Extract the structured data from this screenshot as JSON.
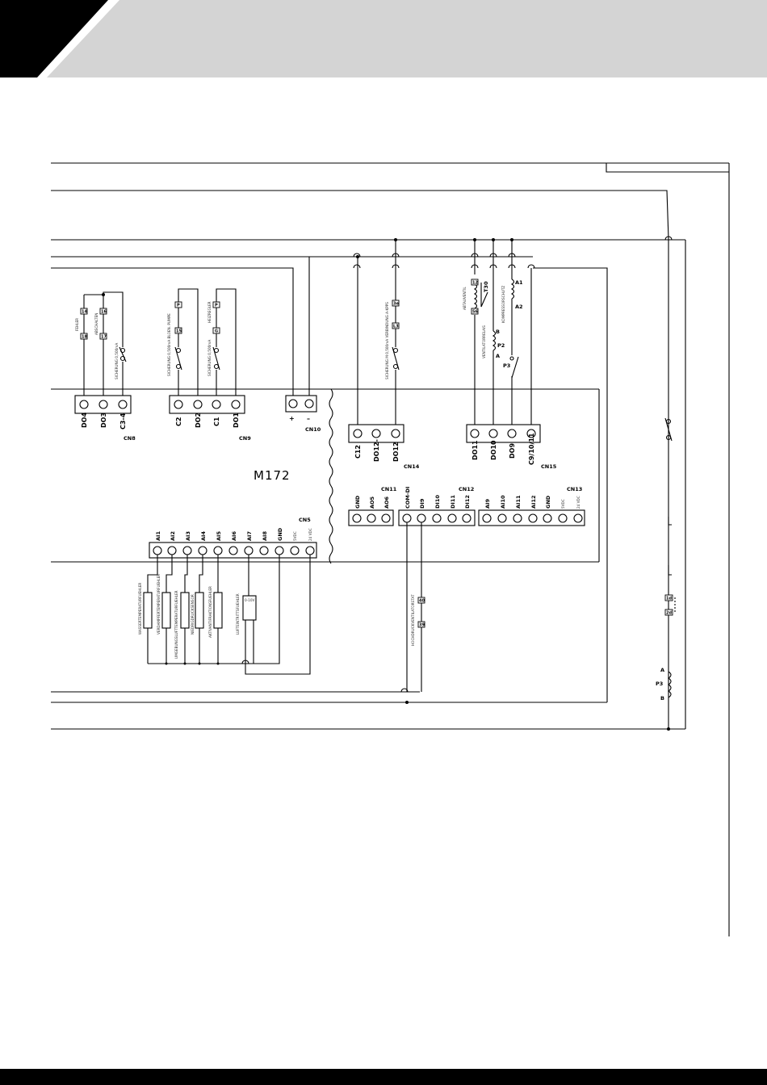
{
  "header": {
    "band_color": "#d4d4d4",
    "corner_color": "#000000",
    "footer_color": "#000000"
  },
  "controller": {
    "title": "M172"
  },
  "connectors": [
    {
      "id": "CN8",
      "name": "CN8",
      "pins": [
        "DO4",
        "DO3",
        "C3-4"
      ]
    },
    {
      "id": "CN9",
      "name": "CN9",
      "pins": [
        "C2",
        "DO2",
        "C1",
        "DO1"
      ]
    },
    {
      "id": "CN10",
      "name": "CN10",
      "pins": [
        "+",
        "–"
      ]
    },
    {
      "id": "CN14",
      "name": "CN14",
      "pins": [
        "C12",
        "DO12-",
        "DO12"
      ]
    },
    {
      "id": "CN15",
      "name": "CN15",
      "pins": [
        "DO11",
        "DO10",
        "DO9",
        "C9/10/11"
      ]
    },
    {
      "id": "CN11",
      "name": "CN11",
      "pins": [
        "GND",
        "AO5",
        "AO6"
      ]
    },
    {
      "id": "CN12",
      "name": "CN12",
      "pins": [
        "COM-DI",
        "DI9",
        "DI10",
        "DI11",
        "DI12"
      ]
    },
    {
      "id": "CN13",
      "name": "CN13",
      "pins": [
        "AI9",
        "AI10",
        "AI11",
        "AI12",
        "GND",
        "5VDC",
        "24 VDC"
      ]
    },
    {
      "id": "CN5",
      "name": "CN5",
      "pins": [
        "AI1",
        "AI2",
        "AI3",
        "AI4",
        "AI5",
        "AI6",
        "AI7",
        "AI8",
        "GND",
        "5VDC",
        "24 VDC"
      ]
    }
  ],
  "wire_numbers": [
    "14",
    "16",
    "18",
    "17",
    "P",
    "15",
    "P",
    "G",
    "3e",
    "L3",
    "12",
    "56",
    "40",
    "39",
    "1d",
    "2d"
  ],
  "small_labels": {
    "fehler": "FEHLER",
    "abschalten": "ABSCHALTEN",
    "sicherung1": "SICHERUNG 0,500mA",
    "pumpe": "SICHERUNG 0,500mA BLOEN. PUMPE",
    "koelwasser": "HEIZREGLER",
    "sicherung2": "SICHERUNG 0,500mA",
    "verdampfer": "SICHERUNG M 0,500mA VERBINDUNG A-KPPS",
    "abtau": "ABTAUVENTIL",
    "ventilatorrelais": "VENTILATORRELAIS",
    "kompressor": "KOMPRESSORSCHUTZ",
    "s1": "WASSERTEMPERATURFUEHLER",
    "s2": "VERDAMPFERTEMPERATURFUEHLER",
    "s3": "UMGEBUNGSLUFTTEMPERATURFUEHLER",
    "s4": "NIEDRIGDRUCKSENSOR",
    "s5": "AKTIVANTIFRAKTIONSFUEHLER",
    "s6": "LUFTEINTRITTSFUEHLER",
    "hv": "HOCHDRUCKVENTILATORSTAT",
    "sensor_box": "0-10V",
    "t1": "T30",
    "p2": "P2",
    "p3": "P3",
    "p3r": "P3",
    "a1": "A1",
    "a2": "A2",
    "b": "B",
    "a": "A",
    "a_low": "A",
    "b_low": "B"
  }
}
